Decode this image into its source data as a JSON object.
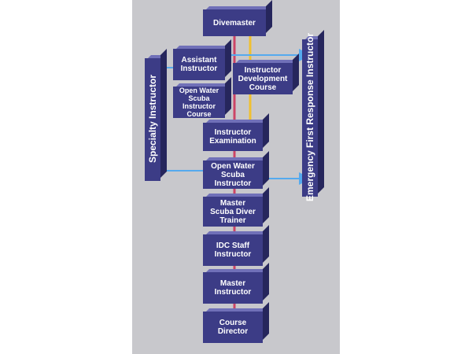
{
  "diagram": {
    "nodes": {
      "divemaster": "Divemaster",
      "assistant_instructor": "Assistant\nInstructor",
      "instructor_development_course": "Instructor\nDevelopment\nCourse",
      "open_water_scuba_instructor_course": "Open Water\nScuba Instructor\nCourse",
      "instructor_examination": "Instructor\nExamination",
      "open_water_scuba_instructor": "Open Water\nScuba\nInstructor",
      "master_scuba_diver_trainer": "Master\nScuba Diver\nTrainer",
      "idc_staff_instructor": "IDC Staff\nInstructor",
      "master_instructor": "Master\nInstructor",
      "course_director": "Course\nDirector"
    },
    "side_bars": {
      "specialty_instructor": "Specialty Instructor",
      "emergency_first_response_instructor": "Emergency First Response Instructor"
    },
    "colors": {
      "block_face": "#3c3c86",
      "block_top": "#7070b8",
      "block_side": "#26265c",
      "main_path_line": "#cc4466",
      "idc_path_line": "#f0c030",
      "side_arrows": "#55aaee",
      "background_panel": "#c8c8cc"
    }
  }
}
